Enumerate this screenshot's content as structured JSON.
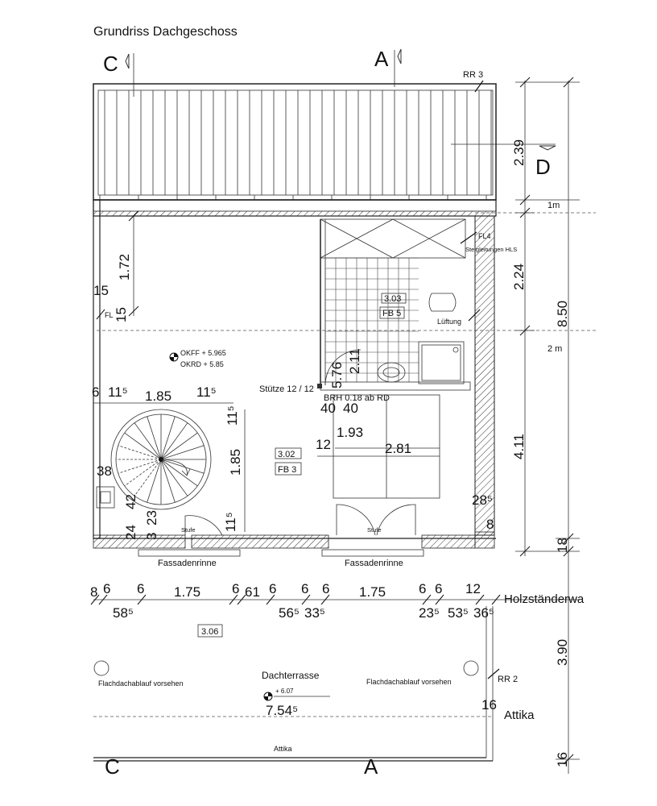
{
  "title": "Grundriss Dachgeschoss",
  "section_marks": {
    "c_top": "C",
    "a_top": "A",
    "d_right": "D",
    "c_bottom": "C",
    "a_bottom": "A"
  },
  "rr": {
    "rr3": "RR 3",
    "rr2": "RR 2"
  },
  "rooms": {
    "r303": {
      "number": "3.03",
      "fb": "FB 5"
    },
    "r302": {
      "number": "3.02",
      "fb": "FB 3"
    },
    "r306": {
      "number": "3.06"
    }
  },
  "labels": {
    "fl4": "FL4",
    "steigleitungen": "Steigleitungen HLS",
    "lueftung": "Lüftung",
    "fl_left": "FL",
    "okff": "OKFF + 5.965",
    "okrd": "OKRD + 5.85",
    "stuetze": "Stütze 12 / 12",
    "brh": "BRH 0.18 ab RD",
    "stufe_left": "Stufe",
    "stufe_right": "Stufe",
    "fassadenrinne_left": "Fassadenrinne",
    "fassadenrinne_right": "Fassadenrinne",
    "holzstaender": "Holzständerwa",
    "dachterrasse": "Dachterrasse",
    "flachdach_left": "Flachdachablauf vorsehen",
    "flachdach_right": "Flachdachablauf vorsehen",
    "level_terrace": "+ 6.07",
    "attika_right": "Attika",
    "attika_bottom": "Attika"
  },
  "dims": {
    "d239": "2.39",
    "d1m": "1m",
    "d224": "2.24",
    "d850": "8.50",
    "d2m": "2 m",
    "d411": "4.11",
    "d18": "18",
    "d390": "3.90",
    "d16r": "16",
    "d172": "1.72",
    "d15a": "15",
    "d15b": "15",
    "d6a": "6",
    "d115a": "11⁵",
    "d185h": "1.85",
    "d115b": "11⁵",
    "d115v": "11⁵",
    "d185v": "1.85",
    "d38": "38",
    "d42": "42",
    "d23": "23",
    "d24": "24",
    "d3": "3",
    "d115c": "11⁵",
    "d576": "5.76",
    "d211": "2.11",
    "d40a": "40",
    "d40b": "40",
    "d193": "1.93",
    "d12": "12",
    "d281": "2.81",
    "d285": "28⁵",
    "d8": "8",
    "b8": "8",
    "b6a": "6",
    "b6b": "6",
    "b175a": "1.75",
    "b6c": "6",
    "b61": "61",
    "b6d": "6",
    "b6e": "6",
    "b6f": "6",
    "b175b": "1.75",
    "b6g": "6",
    "b6h": "6",
    "b12": "12",
    "b585": "58⁵",
    "b565": "56⁵",
    "b335": "33⁵",
    "b235": "23⁵",
    "b535": "53⁵",
    "b365": "36⁵",
    "d7545": "7.54⁵",
    "d16b": "16"
  }
}
